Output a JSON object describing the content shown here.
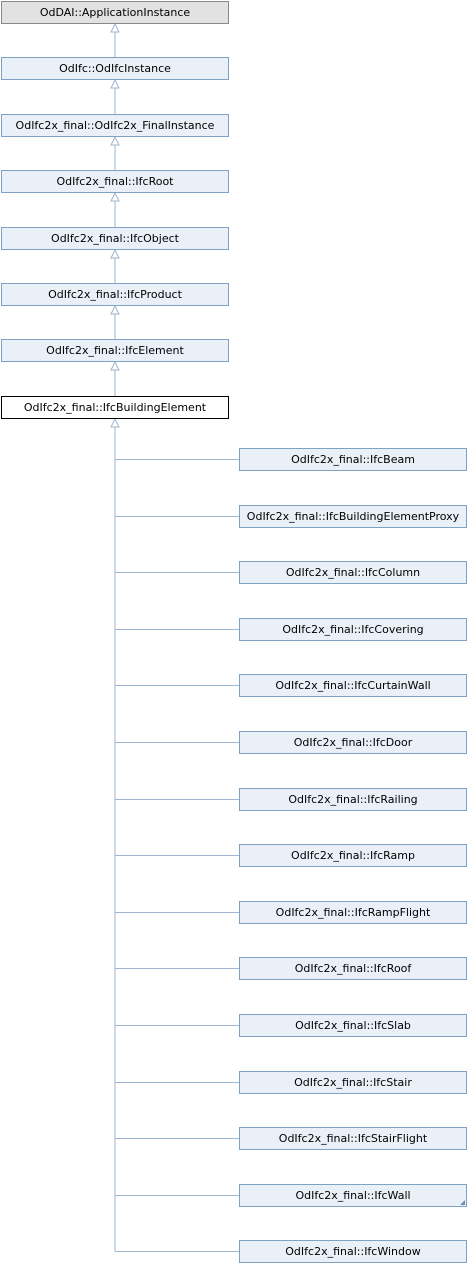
{
  "diagram": {
    "root": "OdDAI::ApplicationInstance",
    "ancestors": [
      "OdIfc::OdIfcInstance",
      "OdIfc2x_final::OdIfc2x_FinalInstance",
      "OdIfc2x_final::IfcRoot",
      "OdIfc2x_final::IfcObject",
      "OdIfc2x_final::IfcProduct",
      "OdIfc2x_final::IfcElement"
    ],
    "current": "OdIfc2x_final::IfcBuildingElement",
    "derived": [
      "OdIfc2x_final::IfcBeam",
      "OdIfc2x_final::IfcBuildingElementProxy",
      "OdIfc2x_final::IfcColumn",
      "OdIfc2x_final::IfcCovering",
      "OdIfc2x_final::IfcCurtainWall",
      "OdIfc2x_final::IfcDoor",
      "OdIfc2x_final::IfcRailing",
      "OdIfc2x_final::IfcRamp",
      "OdIfc2x_final::IfcRampFlight",
      "OdIfc2x_final::IfcRoof",
      "OdIfc2x_final::IfcSlab",
      "OdIfc2x_final::IfcStair",
      "OdIfc2x_final::IfcStairFlight",
      "OdIfc2x_final::IfcWall",
      "OdIfc2x_final::IfcWindow"
    ],
    "derived_with_more": [
      "OdIfc2x_final::IfcWall"
    ],
    "colors": {
      "edge": "#9fb6d2",
      "node_fill": "#eaf0f8",
      "node_border": "#7fa1c4",
      "root_fill": "#e2e2e2",
      "current_border": "#000000"
    }
  }
}
